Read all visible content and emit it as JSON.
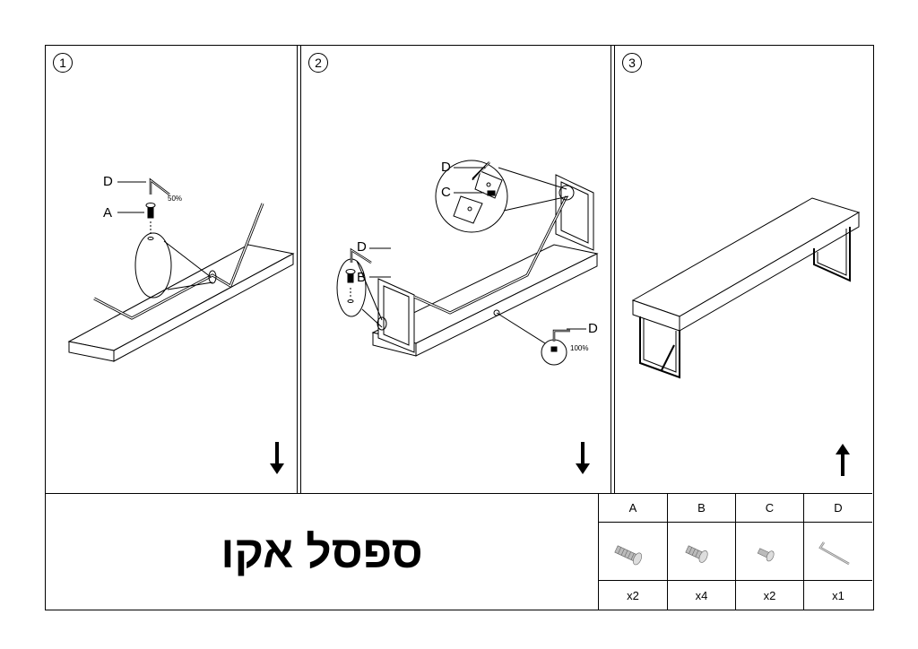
{
  "document": {
    "title": "ספסל אקו"
  },
  "steps": [
    {
      "number": "1",
      "labels": [
        "D",
        "A"
      ],
      "torque": "50%",
      "arrow": "down"
    },
    {
      "number": "2",
      "labels": [
        "D",
        "C",
        "D",
        "B",
        "D"
      ],
      "torque": "100%",
      "arrow": "down"
    },
    {
      "number": "3",
      "arrow": "up"
    }
  ],
  "parts": [
    {
      "letter": "A",
      "icon": "bolt-long-icon",
      "qty": "x2"
    },
    {
      "letter": "B",
      "icon": "bolt-short-icon",
      "qty": "x4"
    },
    {
      "letter": "C",
      "icon": "screw-small-icon",
      "qty": "x2"
    },
    {
      "letter": "D",
      "icon": "allen-key-icon",
      "qty": "x1"
    }
  ]
}
